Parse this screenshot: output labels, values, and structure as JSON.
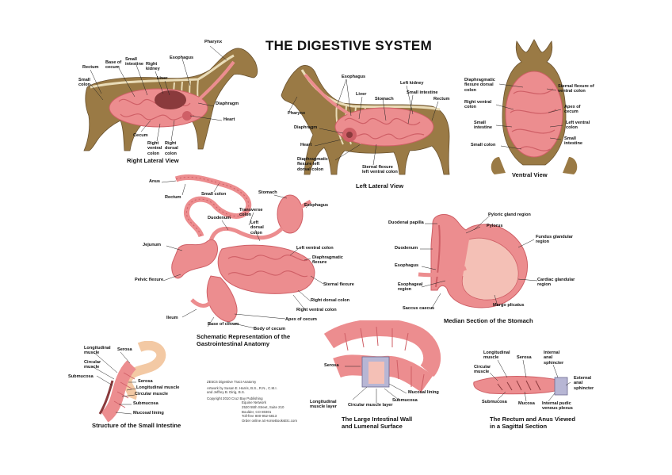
{
  "title": "THE DIGESTIVE SYSTEM",
  "panels": {
    "right_lateral": {
      "caption": "Right Lateral View",
      "labels": {
        "pharynx": "Pharynx",
        "esophagus": "Esophagus",
        "rectum": "Rectum",
        "base_of_cecum": "Base of\ncecum",
        "small_intestine": "Small\nintestine",
        "right_kidney": "Right\nkidney",
        "liver": "Liver",
        "small_colon": "Small\ncolon",
        "diaphragm": "Diaphragm",
        "heart": "Heart",
        "cecum": "Cecum",
        "right_ventral_colon": "Right\nventral\ncolon",
        "right_dorsal_colon": "Right\ndorsal\ncolon"
      }
    },
    "left_lateral": {
      "caption": "Left Lateral View",
      "labels": {
        "esophagus": "Esophagus",
        "left_kidney": "Left kidney",
        "pharynx": "Pharynx",
        "liver": "Liver",
        "stomach": "Stomach",
        "small_intestine": "Small intestine",
        "rectum": "Rectum",
        "diaphragm": "Diaphragm",
        "heart": "Heart",
        "diaphragmatic_flexure": "Diaphragmatic\nflexure left\ndorsal colon",
        "sternal_flexure": "Sternal flexure\nleft ventral colon"
      }
    },
    "ventral": {
      "caption": "Ventral View",
      "labels": {
        "diaphragmatic_flexure": "Diaphragmatic\nflexure dorsal\ncolon",
        "sternal_flexure": "Sternal flexure of\nventral colon",
        "right_ventral_colon": "Right ventral\ncolon",
        "apex_of_cecum": "Apex of\ncecum",
        "small_intestine_left": "Small\nintestine",
        "left_ventral_colon": "Left ventral\ncolon",
        "small_intestine_right": "Small\nintestine",
        "small_colon": "Small colon"
      }
    },
    "schematic": {
      "caption": "Schematic Representation of the\nGastrointestinal Anatomy",
      "labels": {
        "anus": "Anus",
        "rectum": "Rectum",
        "small_colon": "Small colon",
        "stomach": "Stomach",
        "esophagus": "Esophagus",
        "transverse_colon": "Transverse\ncolon",
        "duodenum": "Duodenum",
        "left_dorsal_colon": "Left\ndorsal\ncolon",
        "jejunum": "Jejunum",
        "left_ventral_colon": "Left ventral colon",
        "diaphragmatic_flexure": "Diaphragmatic\nflexure",
        "pelvic_flexure": "Pelvic flexure",
        "sternal_flexure": "Sternal flexure",
        "right_dorsal_colon": "Right dorsal colon",
        "right_ventral_colon": "Right ventral colon",
        "ileum": "Ileum",
        "base_of_cecum": "Base of cecum",
        "apex_of_cecum": "Apex of cecum",
        "body_of_cecum": "Body of cecum"
      }
    },
    "stomach": {
      "caption": "Median Section of the Stomach",
      "labels": {
        "duodenal_papilla": "Duodenal papilla",
        "pyloric_gland_region": "Pyloric gland region",
        "pylorus": "Pylorus",
        "fundus_glandular": "Fundus glandular\nregion",
        "duodenum": "Duodenum",
        "esophagus": "Esophagus",
        "cardiac_glandular": "Cardiac glandular\nregion",
        "esophageal_region": "Esophageal\nregion",
        "margo_plicatus": "Margo plicatus",
        "saccus_caecus": "Saccus caecus"
      }
    },
    "small_intestine": {
      "caption": "Structure of the Small Intestine",
      "labels": {
        "longitudinal_muscle": "Longitudinal\nmuscle",
        "serosa_top": "Serosa",
        "circular_muscle_left": "Circular\nmuscle",
        "submucosa_left": "Submucosa",
        "serosa": "Serosa",
        "longitudinal_muscle_right": "Longitudinal muscle",
        "circular_muscle": "Circular muscle",
        "submucosa": "Submucosa",
        "mucosal_lining": "Mucosal lining"
      }
    },
    "large_intestine": {
      "caption": "The Large Intestinal Wall\nand Lumenal Surface",
      "labels": {
        "serosa": "Serosa",
        "mucosal_lining": "Mucosal lining",
        "submucosa": "Submucosa",
        "longitudinal_muscle_layer": "Longitudinal\nmuscle layer",
        "circular_muscle_layer": "Circular muscle layer"
      }
    },
    "rectum": {
      "caption": "The Rectum and Anus Viewed\nin a Sagittal Section",
      "labels": {
        "longitudinal_muscle": "Longitudinal\nmuscle",
        "serosa": "Serosa",
        "internal_anal_sphincter": "Internal\nanal\nsphincter",
        "circular_muscle": "Circular\nmuscle",
        "external_anal_sphincter": "External\nanal\nsphincter",
        "submucosa": "Submucosa",
        "mucosa": "Mucosa",
        "internal_pudic": "Internal pudic\nvenous plexus"
      }
    }
  },
  "credits": [
    "ZE5C6  Digestive Tract Anatomy",
    "Artwork by Susan E. Harris, B.S., R.N., C.M.I.",
    "and Jeffrey B. Dirig, B.S.",
    "Copyright   2010    Cruz Bay Publishing",
    "Equine Network",
    "2520 55th Street, Suite 210",
    "Boulder, CO 80301",
    "Toll-free 800-952-5813",
    "Order online at HorseBooksEtc.com"
  ],
  "colors": {
    "horse_coat": "#9a7a45",
    "bone": "#e9dcb8",
    "gut_pink": "#ec8d8f",
    "gut_dark": "#cf5f66",
    "liver": "#8a3a3c"
  }
}
